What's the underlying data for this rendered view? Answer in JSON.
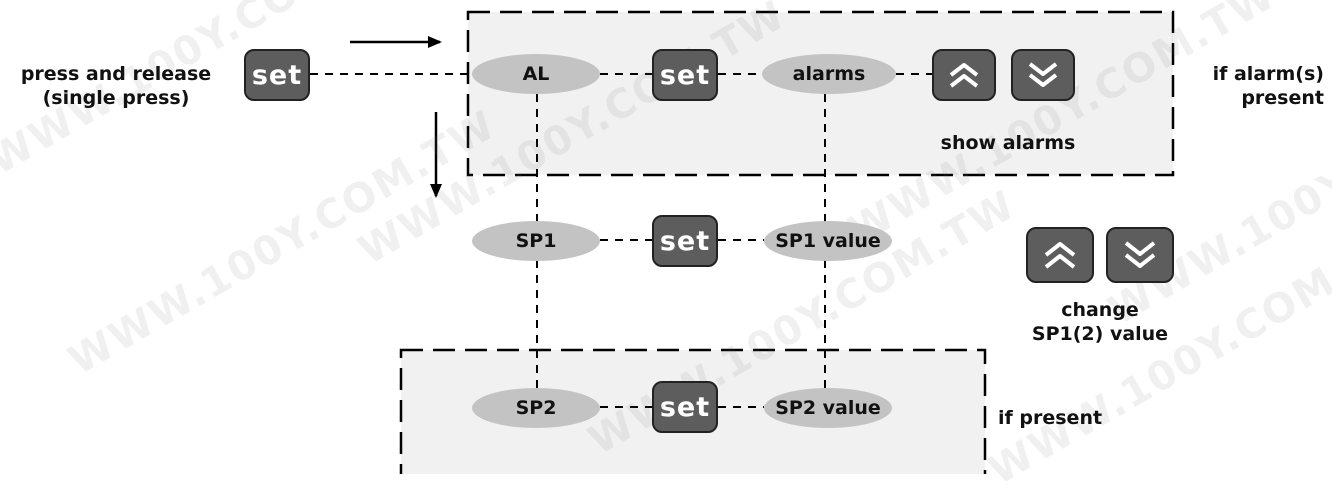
{
  "watermark": "WWW.100Y.COM.TW",
  "labels": {
    "press_release": [
      "press and release",
      "(single press)"
    ],
    "if_alarms": [
      "if alarm(s)",
      "present"
    ],
    "show_alarms": "show alarms",
    "change_value": [
      "change",
      "SP1(2) value"
    ],
    "if_present": "if present"
  },
  "nodes": {
    "al": "AL",
    "alarms": "alarms",
    "sp1": "SP1",
    "sp1_value": "SP1 value",
    "sp2": "SP2",
    "sp2_value": "SP2 value"
  },
  "buttons": {
    "set": "set",
    "up": "up-chevrons-icon",
    "down": "down-chevrons-icon"
  },
  "colors": {
    "node_fill": "#c3c3c3",
    "button_fill": "#5d5d5d",
    "box_fill": "#f1f1f1"
  }
}
